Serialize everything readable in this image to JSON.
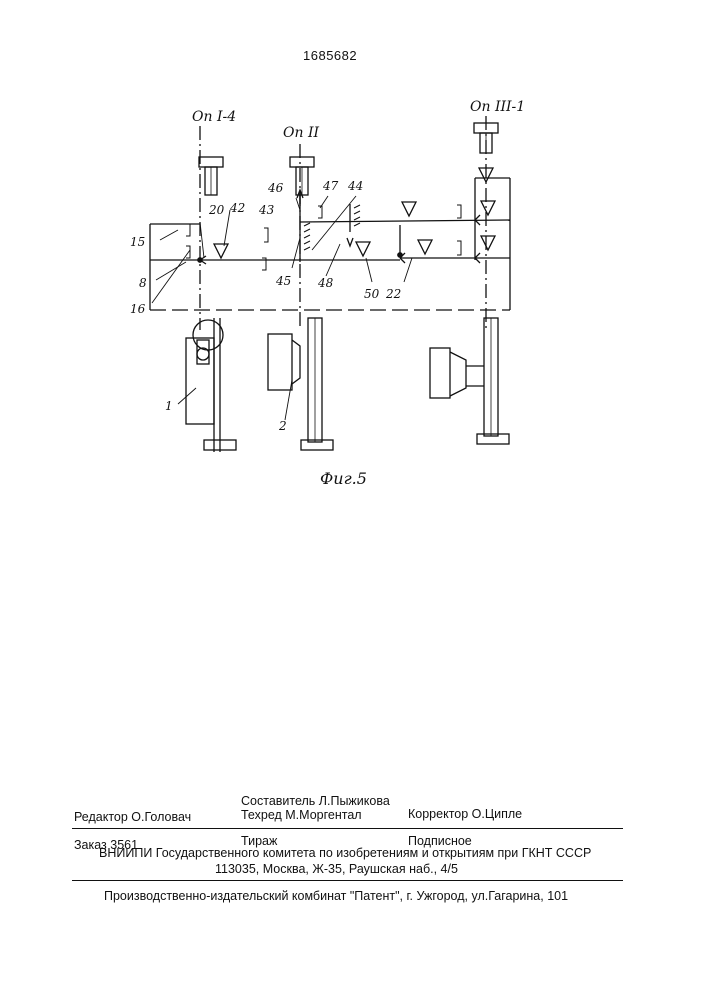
{
  "document": {
    "patent_number": "1685682",
    "figure_caption": "Фиг.5",
    "operations": {
      "op1": "Оп I-4",
      "op2": "Оп II",
      "op3": "Оп III-1"
    },
    "callouts": [
      "46",
      "47",
      "44",
      "20",
      "42",
      "43",
      "15",
      "8",
      "16",
      "45",
      "48",
      "50",
      "22",
      "1",
      "2"
    ]
  },
  "footer": {
    "compiler": "Составитель  Л.Пыжикова",
    "editor": "Редактор  О.Головач",
    "techred": "Техред М.Моргентал",
    "corrector": "Корректор  О.Ципле",
    "order": "Заказ  3561",
    "circulation": "Тираж",
    "subscription": "Подписное",
    "org_line": "ВНИИПИ Государственного комитета по изобретениям и открытиям при ГКНТ СССР",
    "address_line": "113035, Москва, Ж-35, Раушская наб., 4/5",
    "printer_line": "Производственно-издательский комбинат \"Патент\", г. Ужгород, ул.Гагарина, 101"
  }
}
